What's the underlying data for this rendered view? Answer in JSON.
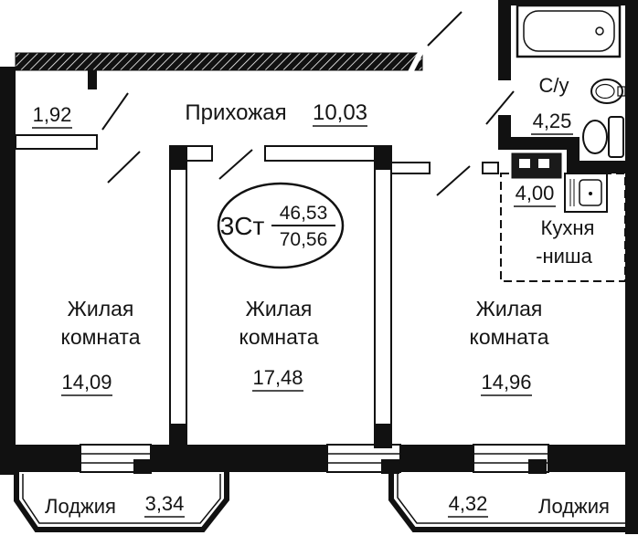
{
  "plan": {
    "closet": {
      "area": "1,92"
    },
    "entry_hall": {
      "name": "Прихожая",
      "area": "10,03"
    },
    "bathroom": {
      "name": "С/у",
      "area": "4,25"
    },
    "kitchen": {
      "area": "4,00",
      "name_line1": "Кухня",
      "name_line2": "-ниша"
    },
    "stamp": {
      "type": "3Ст",
      "living_area": "46,53",
      "total_area": "70,56"
    },
    "rooms": [
      {
        "name_line1": "Жилая",
        "name_line2": "комната",
        "area": "14,09"
      },
      {
        "name_line1": "Жилая",
        "name_line2": "комната",
        "area": "17,48"
      },
      {
        "name_line1": "Жилая",
        "name_line2": "комната",
        "area": "14,96"
      }
    ],
    "loggias": [
      {
        "name": "Лоджия",
        "area": "3,34"
      },
      {
        "name": "Лоджия",
        "area": "4,32"
      }
    ],
    "fixtures": [
      "bathtub-icon",
      "bathroom-sink-icon",
      "toilet-icon",
      "stove-icon",
      "kitchen-sink-icon"
    ],
    "colors": {
      "wall": "#111111",
      "background": "#ffffff"
    }
  }
}
